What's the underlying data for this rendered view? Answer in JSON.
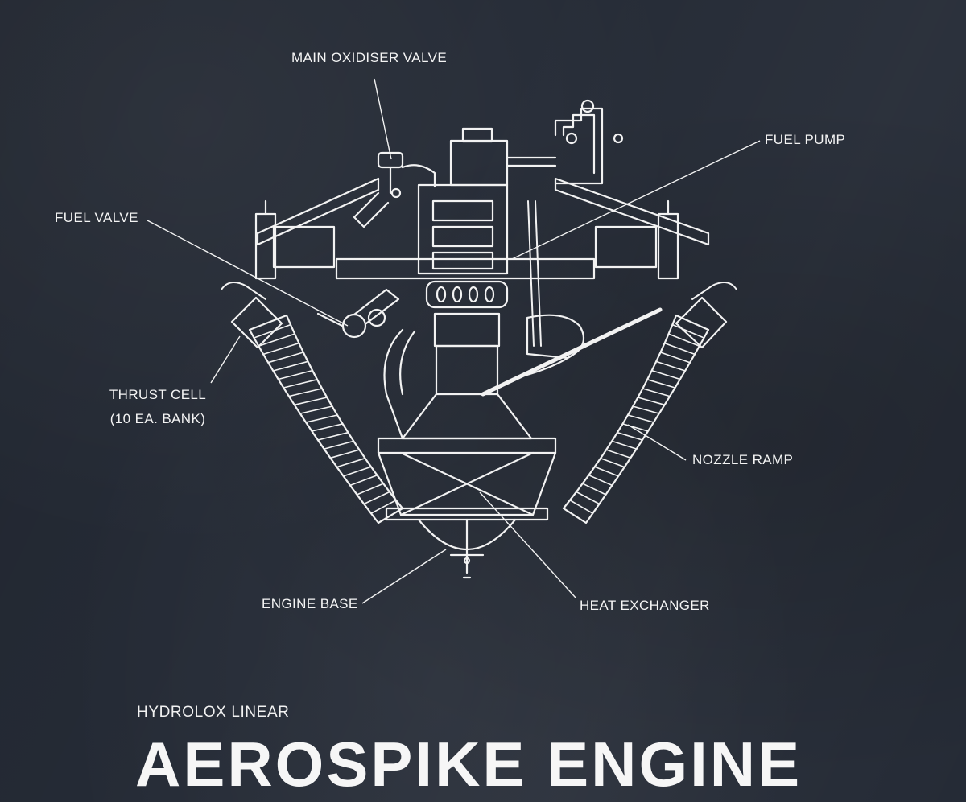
{
  "colors": {
    "background": "#252b36",
    "ink": "#f3f3f3"
  },
  "callouts": {
    "main_oxidiser_valve": "MAIN OXIDISER VALVE",
    "fuel_pump": "FUEL PUMP",
    "fuel_valve": "FUEL VALVE",
    "thrust_cell_line1": "THRUST CELL",
    "thrust_cell_line2": "(10 EA. BANK)",
    "nozzle_ramp": "NOZZLE RAMP",
    "engine_base": "ENGINE BASE",
    "heat_exchanger": "HEAT EXCHANGER"
  },
  "heading": {
    "subtitle": "HYDROLOX LINEAR",
    "title": "AEROSPIKE ENGINE"
  }
}
